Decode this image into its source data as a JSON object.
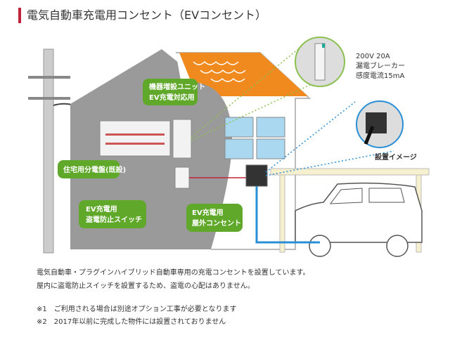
{
  "title": "電気自動車充電用コンセント（EVコンセント）",
  "diagram": {
    "unit_label": [
      "機器増設ユニット",
      "EV充電対応用"
    ],
    "panel_label": "住宅用分電盤(既設)",
    "switch_label": [
      "EV充電用",
      "盗電防止スイッチ"
    ],
    "outlet_label": [
      "EV充電用",
      "屋外コンセント"
    ],
    "breaker_spec": [
      "200V 20A",
      "漏電ブレーカー",
      "感度電流15mA"
    ],
    "install_image_label": "設置イメージ"
  },
  "description": [
    "電気自動車・プラグインハイブリッド自動車専用の充電コンセントを設置しています。",
    "屋内に盗電防止スイッチを設置するため、盗電の心配はありません。"
  ],
  "notes": [
    "※1　ご利用される場合は別途オプション工事が必要となります",
    "※2　2017年以前に完成した物件には設置されておりません"
  ],
  "colors": {
    "accent": "#c0243c",
    "green": "#5fa829",
    "roof": "#f08a1e",
    "wall": "#9a9a9a"
  }
}
